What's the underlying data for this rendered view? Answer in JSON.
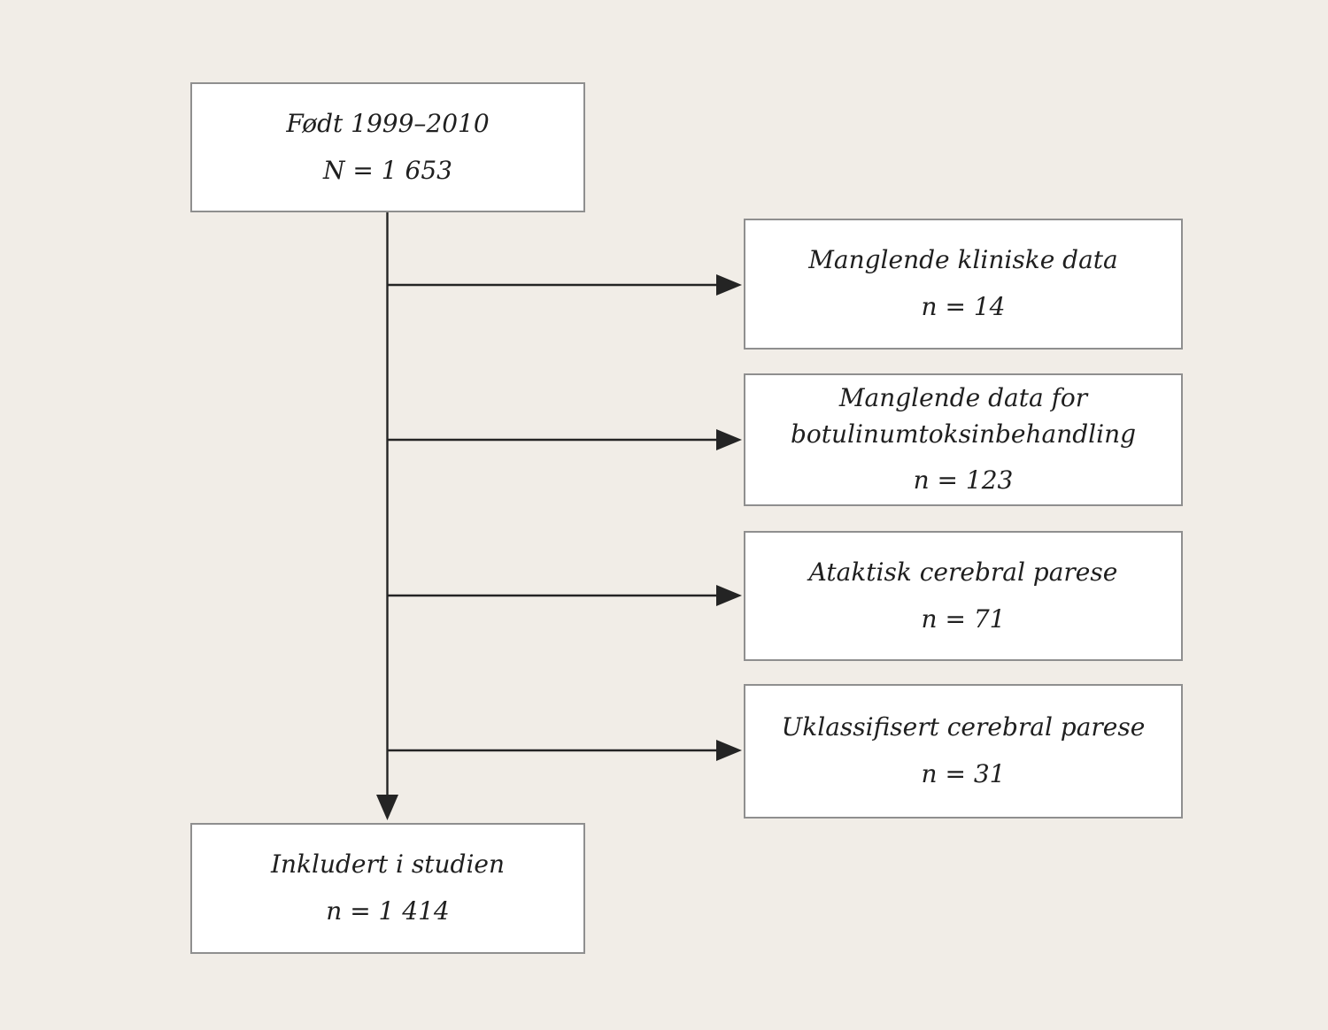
{
  "diagram": {
    "kind": "study-inclusion-flowchart",
    "language": "Norwegian",
    "source_box": {
      "label": "Født 1999–2010",
      "count": "N = 1 653"
    },
    "exclusion_boxes": [
      {
        "label": "Manglende kliniske data",
        "count": "n = 14"
      },
      {
        "label": "Manglende data for botulinumtoksinbehandling",
        "count": "n = 123"
      },
      {
        "label": "Ataktisk cerebral parese",
        "count": "n = 71"
      },
      {
        "label": "Uklassifisert cerebral parese",
        "count": "n = 31"
      }
    ],
    "result_box": {
      "label": "Inkludert i studien",
      "count": "n = 1 414"
    }
  },
  "colors": {
    "background": "#f1ede7",
    "box_fill": "#ffffff",
    "box_border": "#8f8f8f",
    "line": "#242424",
    "text": "#1f1f1f"
  }
}
